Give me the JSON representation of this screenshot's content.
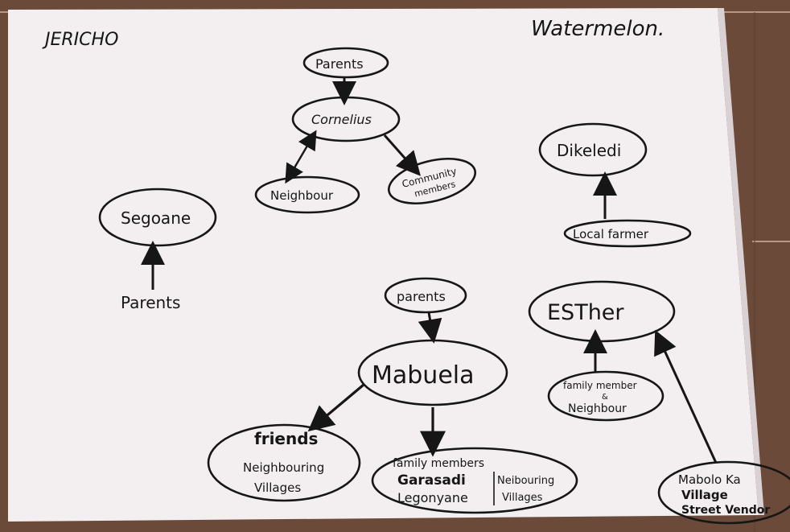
{
  "header": {
    "left": "JERICHO",
    "right": "Watermelon."
  },
  "nodes": {
    "parents_top": "Parents",
    "cornelius": "Cornelius",
    "neighbour": "Neighbour",
    "community_line1": "Community",
    "community_line2": "members",
    "dikeledi": "Dikeledi",
    "local_farmer": "Local farmer",
    "segoane": "Segoane",
    "parents_left": "Parents",
    "parents_mid": "parents",
    "mabuela": "Mabuela",
    "friends": "friends",
    "friends_line2": "Neighbouring",
    "friends_line3": "Villages",
    "family_title": "family members",
    "family_name1": "Garasadi",
    "family_name2": "Legonyane",
    "family_side1": "Neibouring",
    "family_side2": "Villages",
    "esther": "ESTher",
    "fam_neigh_line1": "family member",
    "fam_neigh_line2": "&",
    "fam_neigh_line3": "Neighbour",
    "mabolo_line1": "Mabolo Ka",
    "mabolo_line2": "Village",
    "mabolo_line3": "Street Vendor"
  },
  "colors": {
    "ink": "#161616",
    "paper": "#f3eef0",
    "tile": "#6b4a3a",
    "grout": "#b79887"
  }
}
